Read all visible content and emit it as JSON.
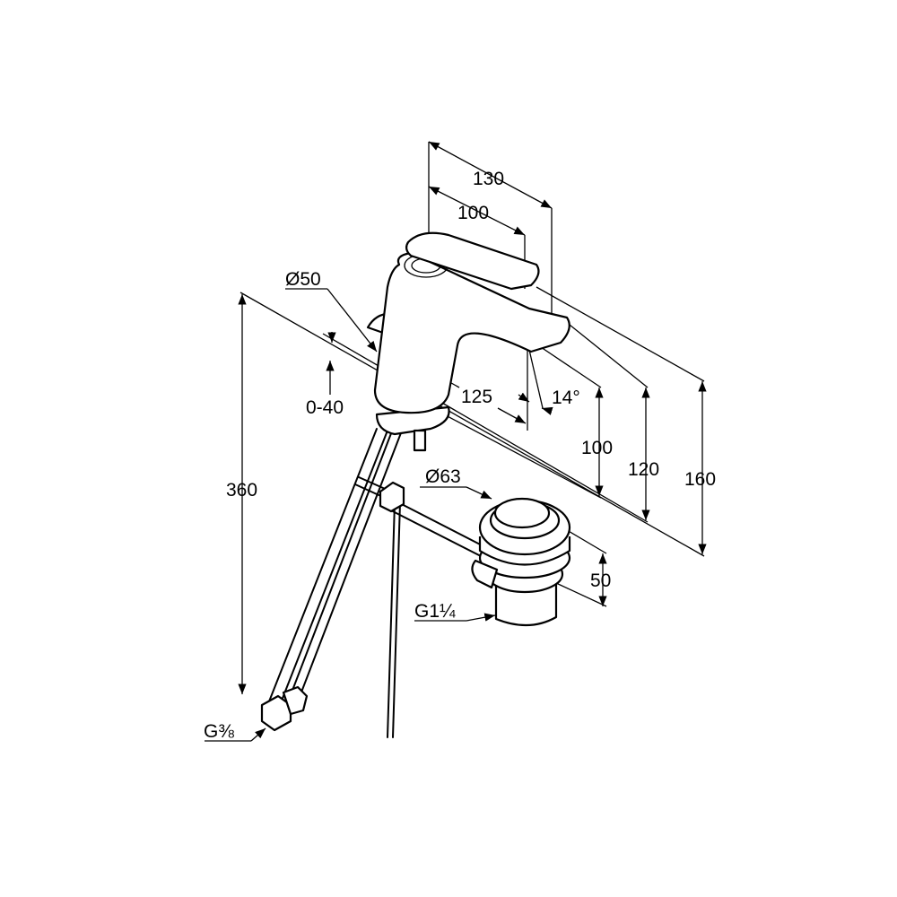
{
  "drawing": {
    "colors": {
      "line": "#000000",
      "background": "#ffffff"
    },
    "dimensions": {
      "width_130": "130",
      "width_100": "100",
      "diameter_body": "Ø50",
      "range": "0-40",
      "reach": "125",
      "angle": "14°",
      "height_100": "100",
      "height_120": "120",
      "height_160": "160",
      "hose_length": "360",
      "waste_diameter": "Ø63",
      "waste_height": "50",
      "waste_thread": "G1¼",
      "hose_thread": "G⅜"
    }
  }
}
